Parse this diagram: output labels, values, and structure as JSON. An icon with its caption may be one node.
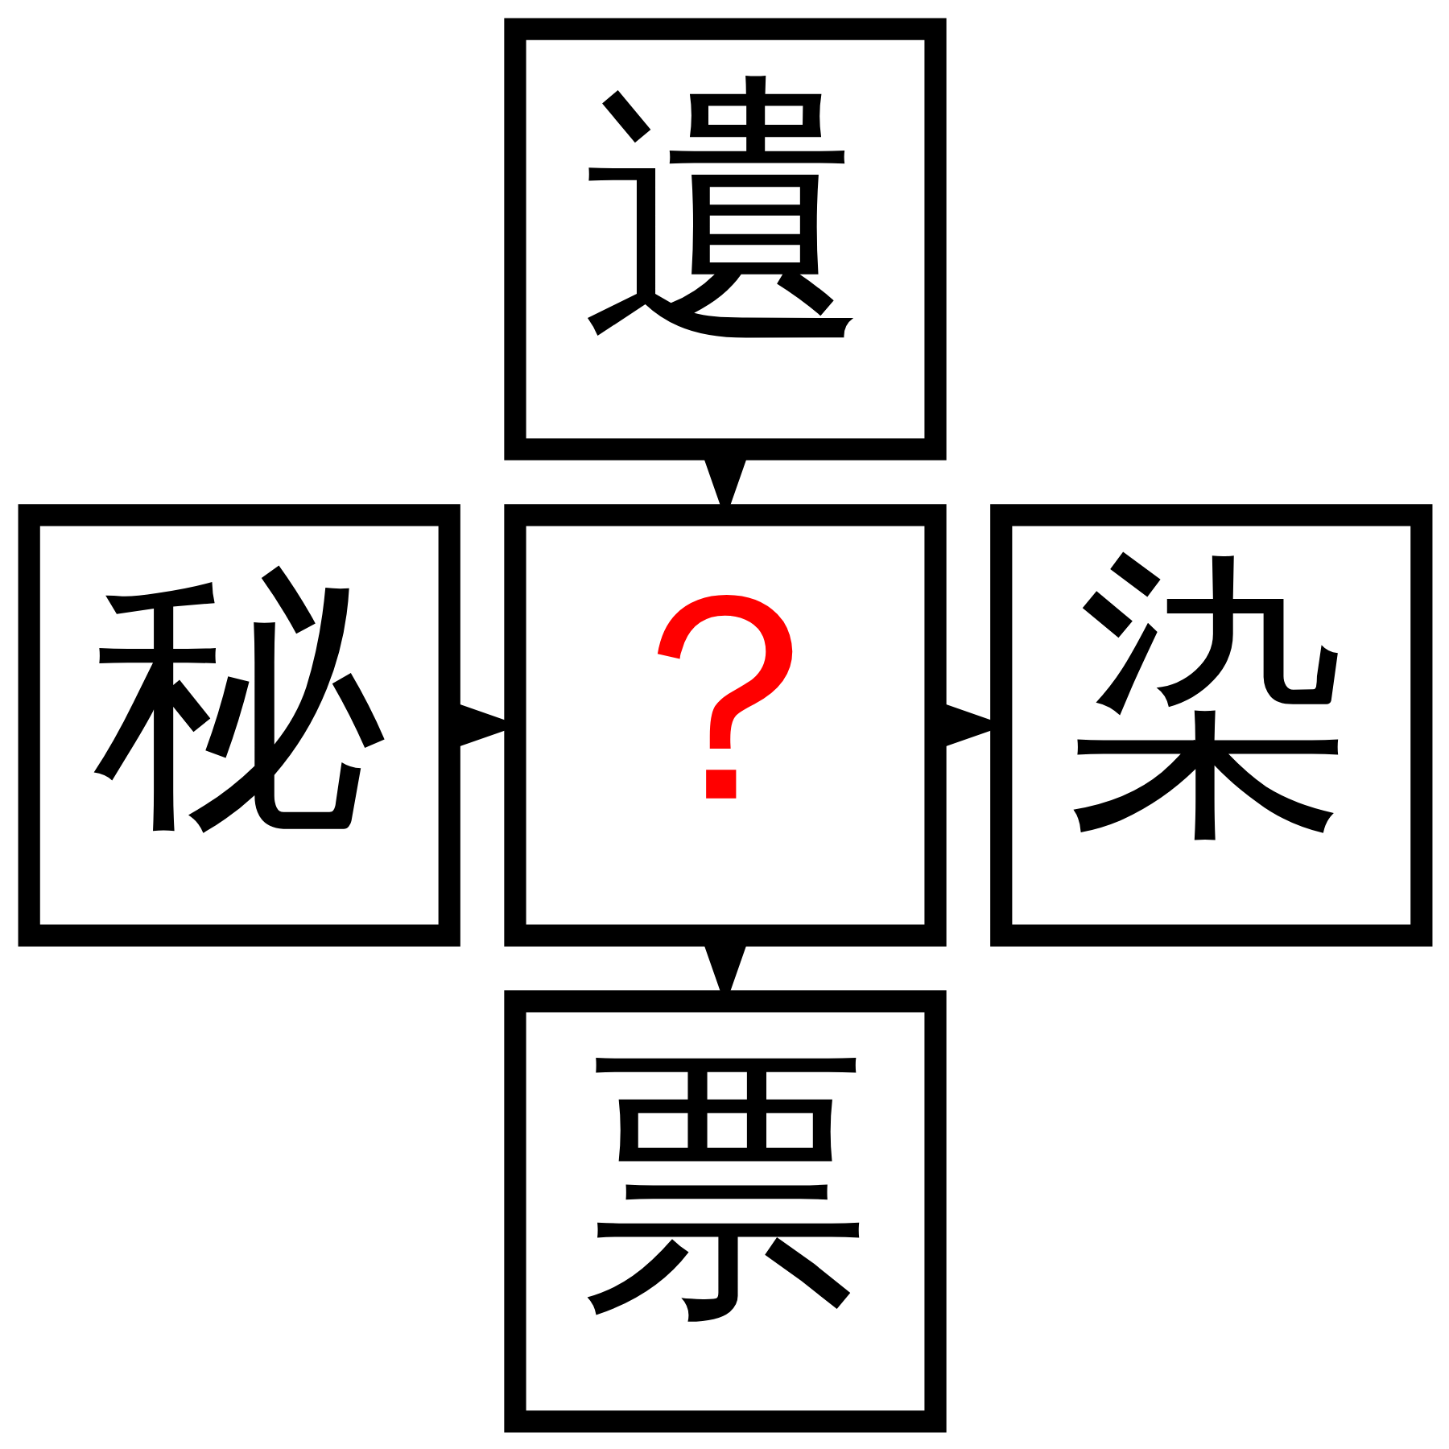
{
  "diagram": {
    "nodes": [
      {
        "text": [
          "遺"
        ]
      },
      {
        "text": [
          "秘"
        ]
      },
      {
        "text": [
          "？"
        ]
      },
      {
        "text": [
          "染"
        ]
      },
      {
        "text": [
          "票"
        ]
      }
    ],
    "edges": [
      {
        "from": 0,
        "to": 2,
        "arrow": "to"
      },
      {
        "from": 1,
        "to": 2,
        "arrow": "to"
      },
      {
        "from": 2,
        "to": 3,
        "arrow": "to"
      },
      {
        "from": 2,
        "to": 4,
        "arrow": "to"
      }
    ]
  }
}
